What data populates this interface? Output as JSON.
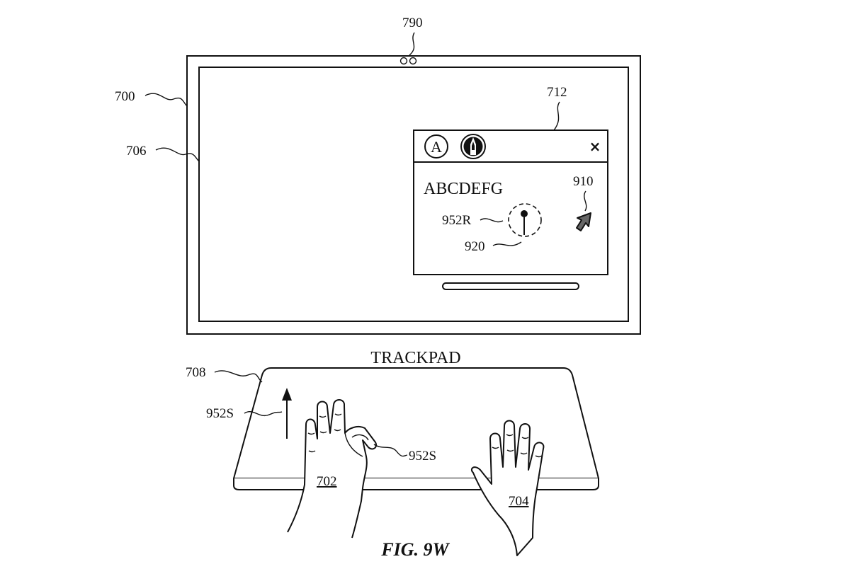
{
  "figure": {
    "caption": "FIG. 9W"
  },
  "refs": {
    "camera": "790",
    "device": "700",
    "display": "706",
    "window": "712",
    "pointer": "910",
    "stroke_label": "952R",
    "cursor": "920",
    "trackpad": "708",
    "gesture_left": "952S",
    "gesture_right": "952S",
    "left_hand": "702",
    "right_hand": "704"
  },
  "window": {
    "icon_text": "A",
    "close_glyph": "×",
    "text": "ABCDEFG"
  },
  "trackpad": {
    "title": "TRACKPAD"
  }
}
